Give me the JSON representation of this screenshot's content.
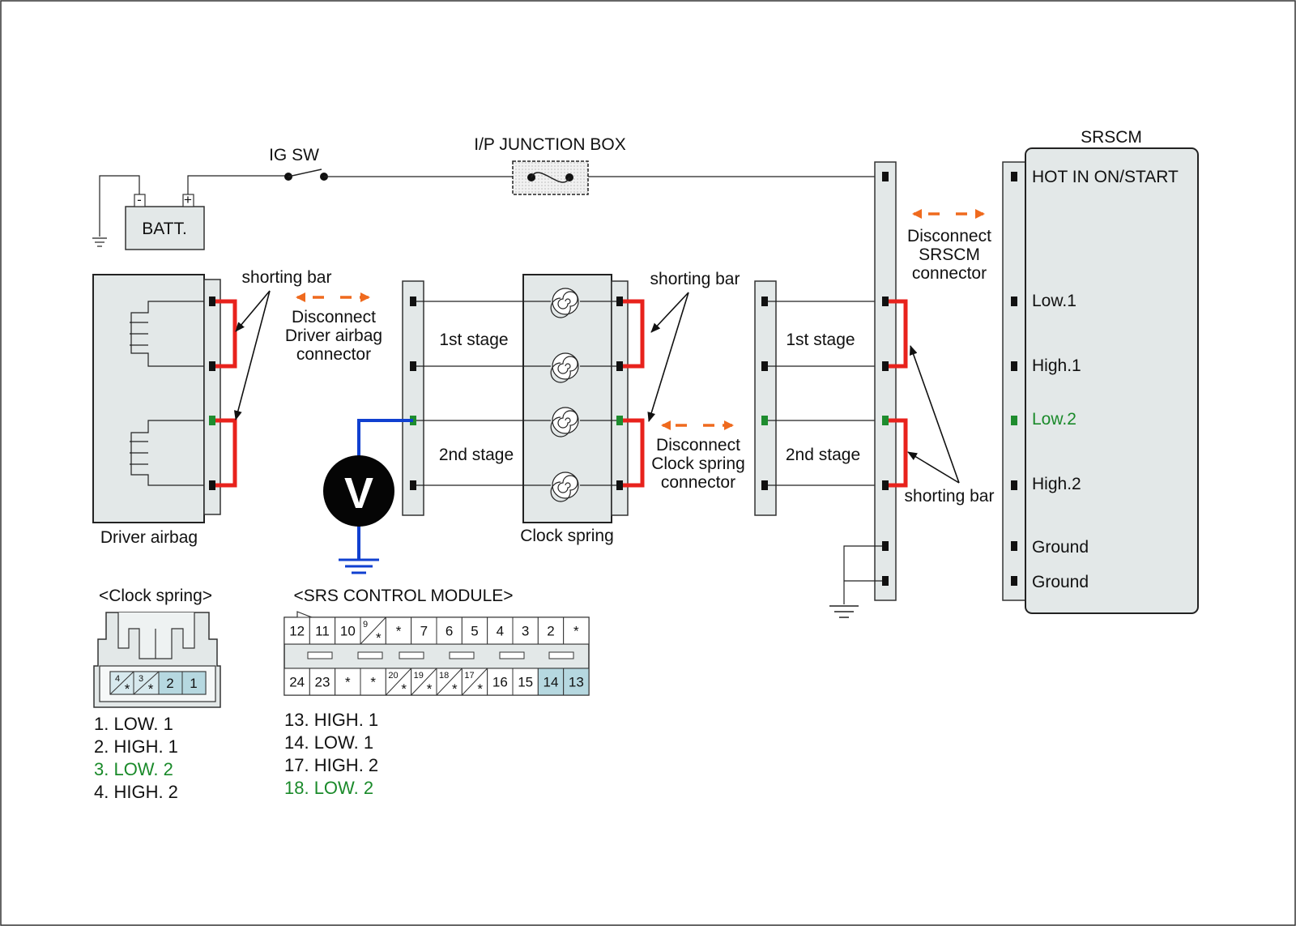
{
  "labels": {
    "ig_sw": "IG SW",
    "junction_box": "I/P JUNCTION BOX",
    "srscm": "SRSCM",
    "batt": "BATT.",
    "batt_minus": "-",
    "batt_plus": "+",
    "driver_airbag": "Driver airbag",
    "clock_spring": "Clock spring",
    "voltmeter": "V",
    "stage1_a": "1st stage",
    "stage2_a": "2nd stage",
    "stage1_b": "1st stage",
    "stage2_b": "2nd stage",
    "shorting_bar_1": "shorting bar",
    "shorting_bar_2": "shorting bar",
    "shorting_bar_3": "shorting bar"
  },
  "disconnects": {
    "driver": [
      "Disconnect",
      "Driver airbag",
      "connector"
    ],
    "clock": [
      "Disconnect",
      "Clock spring",
      "connector"
    ],
    "srscm": [
      "Disconnect",
      "SRSCM",
      "connector"
    ]
  },
  "srscm_pins": [
    "HOT IN ON/START",
    "Low.1",
    "High.1",
    "Low.2",
    "High.2",
    "Ground",
    "Ground"
  ],
  "clock_connector": {
    "title": "<Clock spring>",
    "pins": [
      "4",
      "3",
      "2",
      "1"
    ],
    "star": "*",
    "legend": [
      "1. LOW. 1",
      "2. HIGH. 1",
      "3. LOW. 2",
      "4. HIGH. 2"
    ]
  },
  "srs_module_connector": {
    "title": "<SRS CONTROL MODULE>",
    "top_row": [
      "12",
      "11",
      "10",
      "9",
      "*",
      "7",
      "6",
      "5",
      "4",
      "3",
      "2",
      "*"
    ],
    "bottom_row": [
      "24",
      "23",
      "*",
      "*",
      "20",
      "19",
      "18",
      "17",
      "16",
      "15",
      "14",
      "13"
    ],
    "legend": [
      "13. HIGH. 1",
      "14. LOW. 1",
      "17. HIGH. 2",
      "18. LOW. 2"
    ]
  },
  "colors": {
    "shorting_bar": "#e8221c",
    "voltmeter_wire": "#1040d0",
    "disconnect_arrow": "#ef6a1e",
    "low2_highlight": "#1a8a2a",
    "connector_fill": "#e3e8e8",
    "pin_highlight": "#b6d8e0"
  }
}
